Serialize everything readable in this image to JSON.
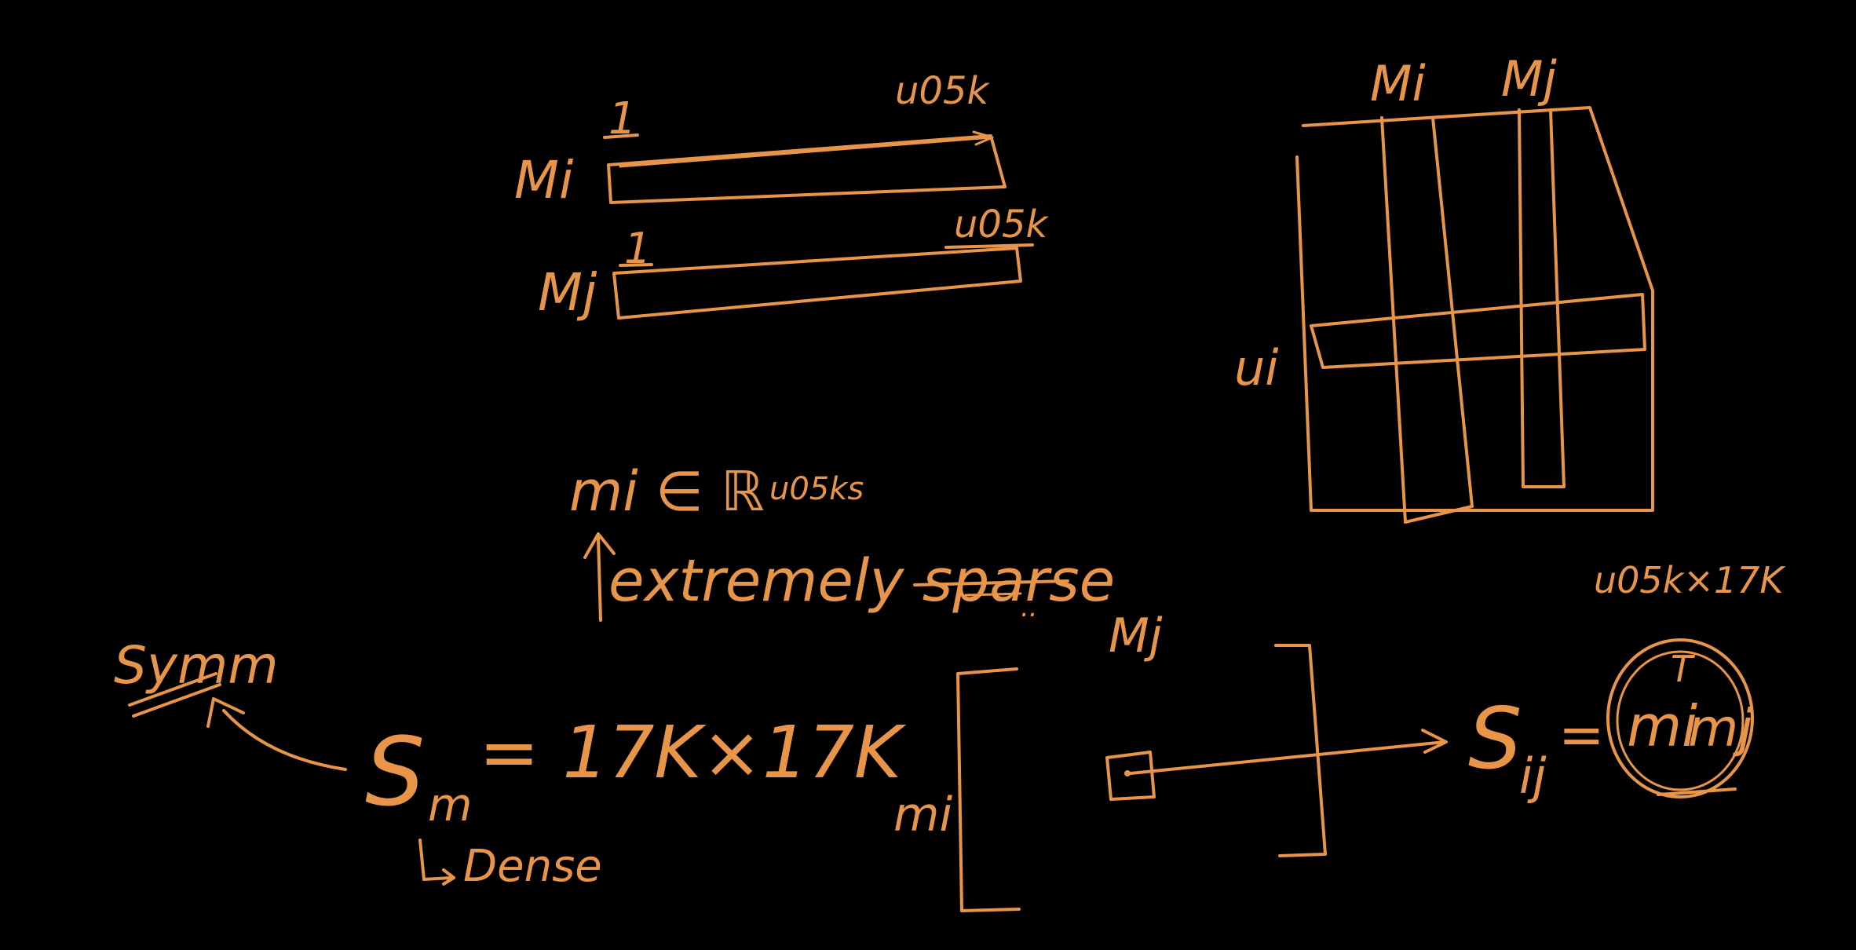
{
  "ink_color": "#E8954A",
  "background": "#000000",
  "vectors": {
    "mi_label": "Mi",
    "mi_start": "1",
    "mi_end": "u05k",
    "mj_label": "Mj",
    "mj_start": "1",
    "mj_end": "u05k"
  },
  "matrix": {
    "col_mi": "Mi",
    "col_mj": "Mj",
    "row_ui": "ui"
  },
  "notes": {
    "membership": "mi ∈ ℝ",
    "membership_sub": "u05ks",
    "sparse": "extremely sparse",
    "sparse_dots": "..",
    "symm": "Symm",
    "sm_lhs": "S",
    "sm_sub": "m",
    "sm_rhs": "= 17K×17K",
    "dense": "Dense"
  },
  "similarity": {
    "mj_label": "Mj",
    "mi_label": "mi",
    "size_note": "u05k×17K",
    "s_lhs": "S",
    "s_sub": "ij",
    "s_eq": "=",
    "mi_t": "mi",
    "t_sup": "T",
    "mj": "mj"
  }
}
